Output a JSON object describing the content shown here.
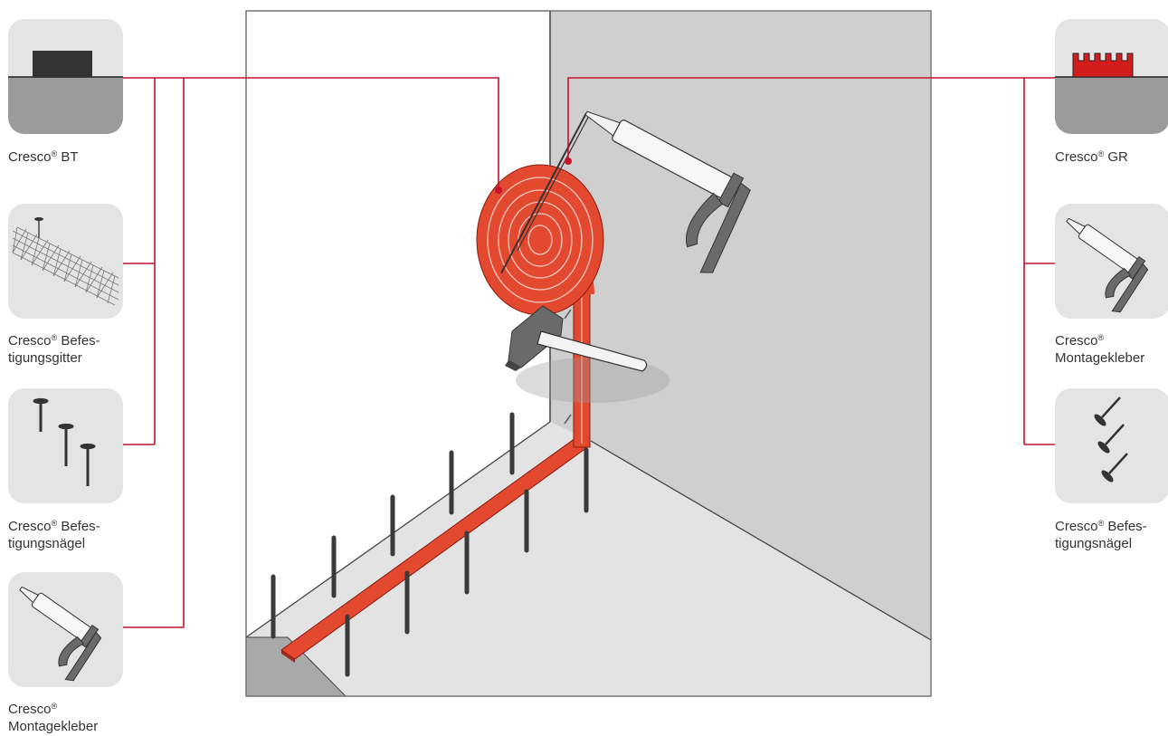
{
  "colors": {
    "accent_red": "#c8102e",
    "strip_orange": "#e2492f",
    "wall_grey": "#cfcfcf",
    "tile_grey": "#e4e4e4"
  },
  "left_products": [
    {
      "icon": "bt-block-icon",
      "name": "Cresco",
      "mark": "®",
      "rest": " BT",
      "line2": ""
    },
    {
      "icon": "mesh-icon",
      "name": "Cresco",
      "mark": "®",
      "rest": " Befes-",
      "line2": "tigungsgitter"
    },
    {
      "icon": "nails-icon",
      "name": "Cresco",
      "mark": "®",
      "rest": " Befes-",
      "line2": "tigungsnägel"
    },
    {
      "icon": "caulk-gun-icon",
      "name": "Cresco",
      "mark": "®",
      "rest": "",
      "line2": "Montagekleber"
    }
  ],
  "right_products": [
    {
      "icon": "gr-strip-icon",
      "name": "Cresco",
      "mark": "®",
      "rest": " GR",
      "line2": ""
    },
    {
      "icon": "caulk-gun-icon",
      "name": "Cresco",
      "mark": "®",
      "rest": "",
      "line2": "Montagekleber"
    },
    {
      "icon": "nails-icon",
      "name": "Cresco",
      "mark": "®",
      "rest": " Befes-",
      "line2": "tigungsnägel"
    }
  ]
}
